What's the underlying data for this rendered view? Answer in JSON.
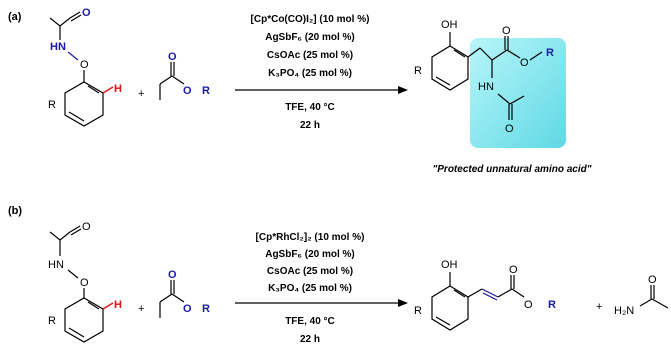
{
  "panel_a": {
    "label": "(a)",
    "reactant_atoms": {
      "o_carbonyl": "O",
      "hn": "HN",
      "o_ether": "O",
      "h": "H",
      "r": "R"
    },
    "plus": "+",
    "acrylate_atoms": {
      "o_carbonyl": "O",
      "o_ester": "O",
      "r": "R"
    },
    "conditions": {
      "line1": "[Cp*Co(CO)I₂] (10 mol %)",
      "line2": "AgSbF₆ (20 mol %)",
      "line3": "CsOAc (25 mol %)",
      "line4": "K₃PO₄ (25 mol %)",
      "solvent_temp": "TFE, 40 °C",
      "time": "22 h"
    },
    "product_atoms": {
      "oh": "OH",
      "r": "R",
      "hn": "HN",
      "o_amide": "O",
      "o_carbonyl": "O",
      "o_ester": "O",
      "r2": "R"
    },
    "note": "\"Protected unnatural amino acid\"",
    "highlight_color": "#7fe8ef"
  },
  "panel_b": {
    "label": "(b)",
    "reactant_atoms": {
      "o_carbonyl": "O",
      "hn": "HN",
      "o_ether": "O",
      "h": "H",
      "r": "R"
    },
    "plus": "+",
    "acrylate_atoms": {
      "o_carbonyl": "O",
      "o_ester": "O",
      "r": "R"
    },
    "conditions": {
      "line1": "[Cp*RhCl₂]₂ (10 mol %)",
      "line2": "AgSbF₆ (20 mol %)",
      "line3": "CsOAc (25 mol %)",
      "line4": "K₃PO₄ (25 mol %)",
      "solvent_temp": "TFE, 40 °C",
      "time": "22 h"
    },
    "product_atoms": {
      "oh": "OH",
      "r": "R",
      "o_carbonyl": "O",
      "o_ester": "O",
      "r2": "R"
    },
    "plus2": "+",
    "byproduct_atoms": {
      "o": "O",
      "h2n": "H₂N"
    }
  },
  "colors": {
    "blue": "#1a1aa6",
    "red": "#e01010",
    "highlight": "#7fe8ef"
  }
}
